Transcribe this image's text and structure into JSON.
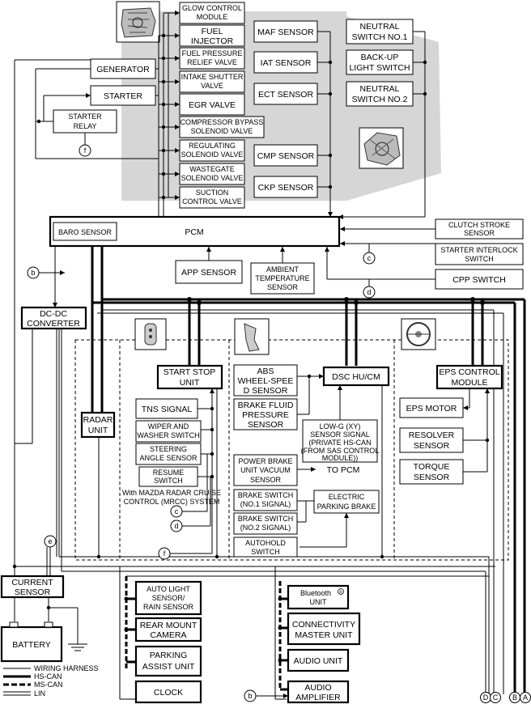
{
  "components": {
    "glow": [
      "GLOW CONTROL",
      "MODULE"
    ],
    "fuel_injector": [
      "FUEL",
      "INJECTOR"
    ],
    "fuel_relief": [
      "FUEL PRESSURE",
      "RELIEF VALVE"
    ],
    "intake": [
      "INTAKE SHUTTER",
      "VALVE"
    ],
    "egr": [
      "EGR VALVE"
    ],
    "compressor": [
      "COMPRESSOR BYPASS",
      "SOLENOID VALVE"
    ],
    "regulating": [
      "REGULATING",
      "SOLENOID VALVE"
    ],
    "wastegate": [
      "WASTEGATE",
      "SOLENOID VALVE"
    ],
    "suction": [
      "SUCTION",
      "CONTROL VALVE"
    ],
    "maf": [
      "MAF SENSOR"
    ],
    "iat": [
      "IAT SENSOR"
    ],
    "ect": [
      "ECT SENSOR"
    ],
    "cmp": [
      "CMP SENSOR"
    ],
    "ckp": [
      "CKP SENSOR"
    ],
    "neutral1": [
      "NEUTRAL",
      "SWITCH NO.1"
    ],
    "backup": [
      "BACK-UP",
      "LIGHT SWITCH"
    ],
    "neutral2": [
      "NEUTRAL",
      "SWITCH NO.2"
    ],
    "generator": [
      "GENERATOR"
    ],
    "starter": [
      "STARTER"
    ],
    "starter_relay": [
      "STARTER",
      "RELAY"
    ],
    "pcm": [
      "PCM"
    ],
    "baro": [
      "BARO SENSOR"
    ],
    "clutch": [
      "CLUTCH STROKE",
      "SENSOR"
    ],
    "interlock": [
      "STARTER INTERLOCK",
      "SWITCH"
    ],
    "cpp": [
      "CPP SWITCH"
    ],
    "app": [
      "APP SENSOR"
    ],
    "ambient": [
      "AMBIENT",
      "TEMPERATURE",
      "SENSOR"
    ],
    "dcdc": [
      "DC-DC",
      "CONVERTER"
    ],
    "radar": [
      "RADAR",
      "UNIT"
    ],
    "start_stop": [
      "START STOP",
      "UNIT"
    ],
    "tns": [
      "TNS SIGNAL"
    ],
    "wiper": [
      "WIPER AND",
      "WASHER SWITCH"
    ],
    "steering": [
      "STEERING",
      "ANGLE SENSOR"
    ],
    "resume": [
      "RESUME",
      "SWITCH"
    ],
    "abs": [
      "ABS",
      "WHEEL-SPEE",
      "D SENSOR"
    ],
    "brake_fluid": [
      "BRAKE FLUID",
      "PRESSURE",
      "SENSOR"
    ],
    "dsc": [
      "DSC HU/CM"
    ],
    "lowg": [
      "LOW-G (XY)",
      "SENSOR SIGNAL",
      "(PRIVATE HS-CAN",
      "(FROM SAS CONTROL",
      "MODULE))"
    ],
    "vacuum": [
      "POWER BRAKE",
      "UNIT VACUUM",
      "SENSOR"
    ],
    "brake_sw1": [
      "BRAKE SWITCH",
      "(NO.1 SIGNAL)"
    ],
    "brake_sw2": [
      "BRAKE SWITCH",
      "(NO.2 SIGNAL)"
    ],
    "autohold": [
      "AUTOHOLD",
      "SWITCH"
    ],
    "epb": [
      "ELECTRIC",
      "PARKING BRAKE"
    ],
    "eps_control": [
      "EPS CONTROL",
      "MODULE"
    ],
    "eps_motor": [
      "EPS MOTOR"
    ],
    "resolver": [
      "RESOLVER",
      "SENSOR"
    ],
    "torque": [
      "TORQUE",
      "SENSOR"
    ],
    "current_sensor": [
      "CURRENT",
      "SENSOR"
    ],
    "battery": [
      "BATTERY"
    ],
    "auto_light": [
      "AUTO LIGHT",
      "SENSOR/",
      "RAIN SENSOR"
    ],
    "rear_camera": [
      "REAR MOUNT",
      "CAMERA"
    ],
    "parking_assist": [
      "PARKING",
      "ASSIST UNIT"
    ],
    "clock": [
      "CLOCK"
    ],
    "bluetooth": [
      "Bluetooth",
      "UNIT"
    ],
    "connectivity": [
      "CONNECTIVITY",
      "MASTER UNIT"
    ],
    "audio_unit": [
      "AUDIO UNIT"
    ],
    "audio_amp": [
      "AUDIO",
      "AMPLIFIER"
    ]
  },
  "notes": {
    "to_pcm": "TO PCM",
    "mrcc": [
      "With MAZDA RADAR CRUISE",
      "CONTROL (MRCC) SYSTEM"
    ],
    "registered_mark": "R"
  },
  "connectors": {
    "a": "A",
    "b": "B",
    "c": "C",
    "d": "D",
    "lb": "b",
    "lc": "c",
    "ld": "d",
    "le": "e",
    "lf": "f"
  },
  "legend": {
    "wiring": "WIRING HARNESS",
    "hs_can": "HS-CAN",
    "ms_can": "MS-CAN",
    "lin": "LIN"
  },
  "colors": {
    "engine_area": "#d6d6d6",
    "line": "#000000"
  }
}
